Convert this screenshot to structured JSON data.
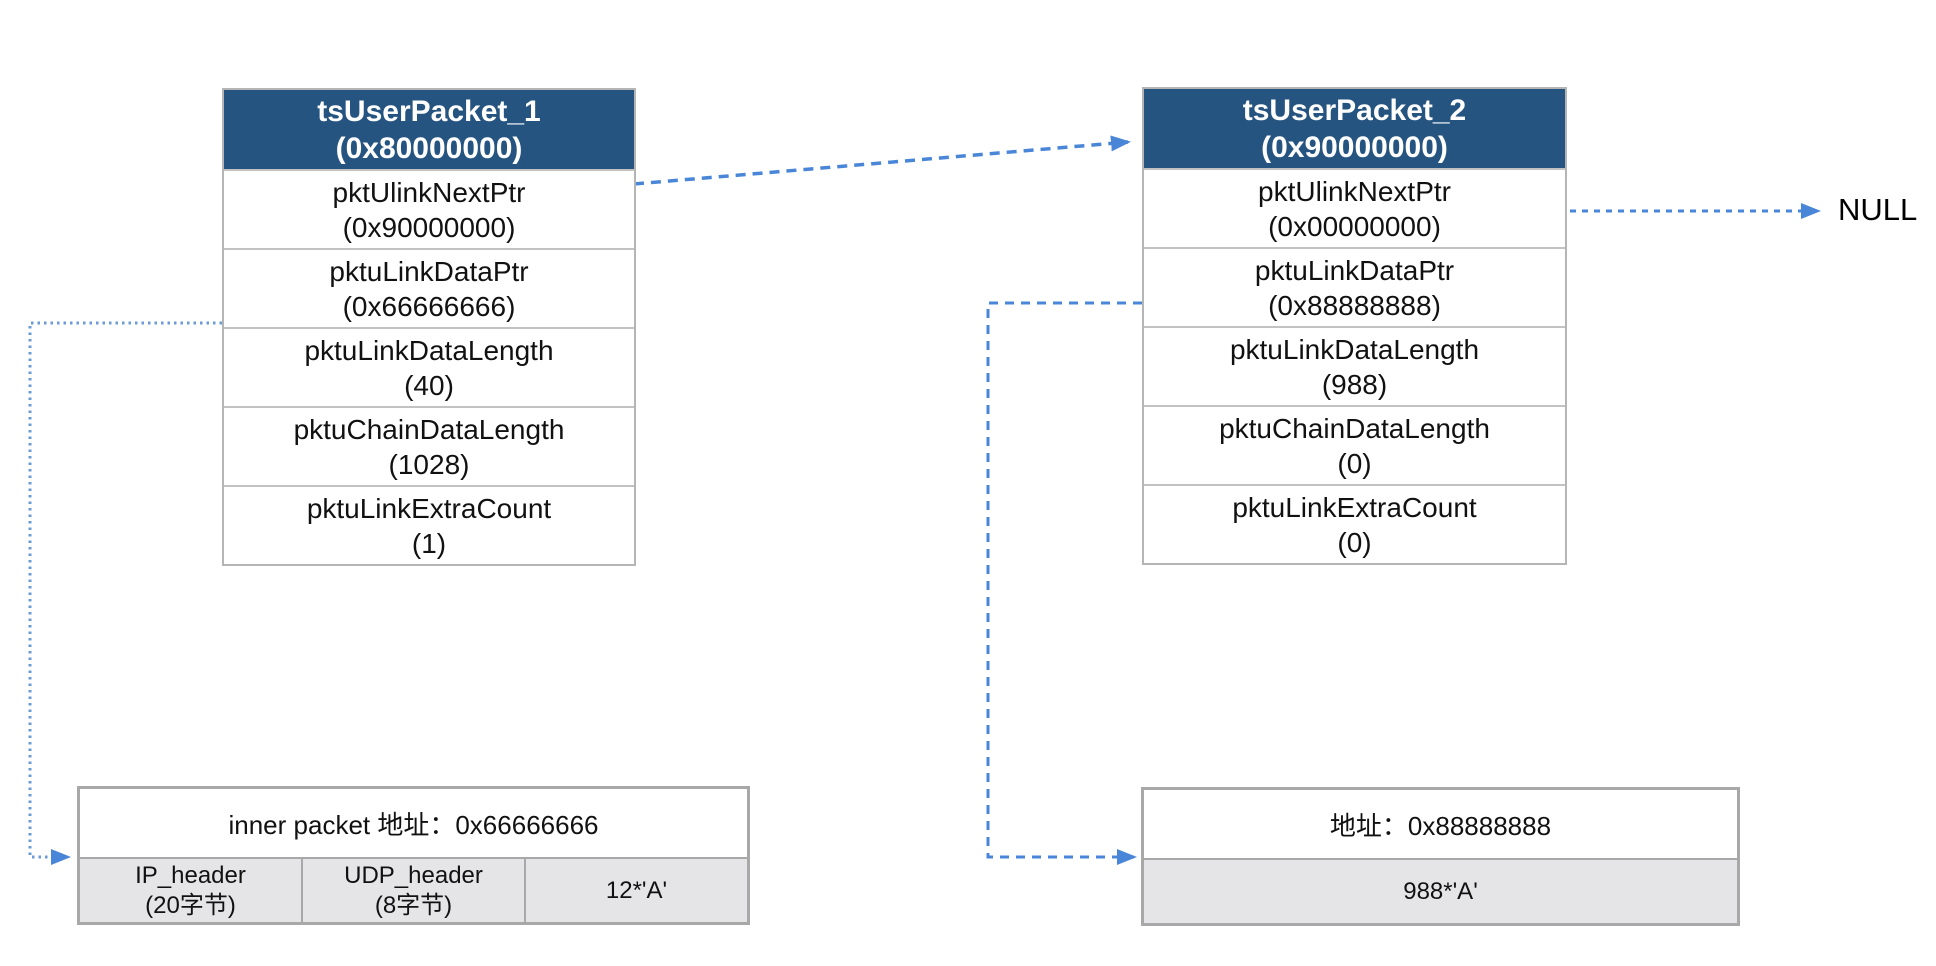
{
  "packets": [
    {
      "title": "tsUserPacket_1",
      "address": "(0x80000000)",
      "fields": [
        {
          "name": "pktUlinkNextPtr",
          "value": "(0x90000000)"
        },
        {
          "name": "pktuLinkDataPtr",
          "value": "(0x66666666)"
        },
        {
          "name": "pktuLinkDataLength",
          "value": "(40)"
        },
        {
          "name": "pktuChainDataLength",
          "value": "(1028)"
        },
        {
          "name": "pktuLinkExtraCount",
          "value": "(1)"
        }
      ]
    },
    {
      "title": "tsUserPacket_2",
      "address": "(0x90000000)",
      "fields": [
        {
          "name": "pktUlinkNextPtr",
          "value": "(0x00000000)"
        },
        {
          "name": "pktuLinkDataPtr",
          "value": "(0x88888888)"
        },
        {
          "name": "pktuLinkDataLength",
          "value": "(988)"
        },
        {
          "name": "pktuChainDataLength",
          "value": "(0)"
        },
        {
          "name": "pktuLinkExtraCount",
          "value": "(0)"
        }
      ]
    }
  ],
  "null_label": "NULL",
  "buffers": [
    {
      "header": "inner packet 地址：0x66666666",
      "cells": [
        {
          "line1": "IP_header",
          "line2": "(20字节)"
        },
        {
          "line1": "UDP_header",
          "line2": "(8字节)"
        },
        {
          "line1": "12*'A'",
          "line2": ""
        }
      ]
    },
    {
      "header": "地址：0x88888888",
      "cells": [
        {
          "line1": "988*'A'",
          "line2": ""
        }
      ]
    }
  ],
  "colors": {
    "packet_header_bg": "#255480",
    "packet_header_text": "#ffffff",
    "arrow_blue": "#4a86d8",
    "dotted_arrow_blue": "#6b9bd7",
    "buffer_row_bg": "#e5e5e8",
    "table_border": "#b5b5b5",
    "buffer_border": "#a8a8a8"
  }
}
